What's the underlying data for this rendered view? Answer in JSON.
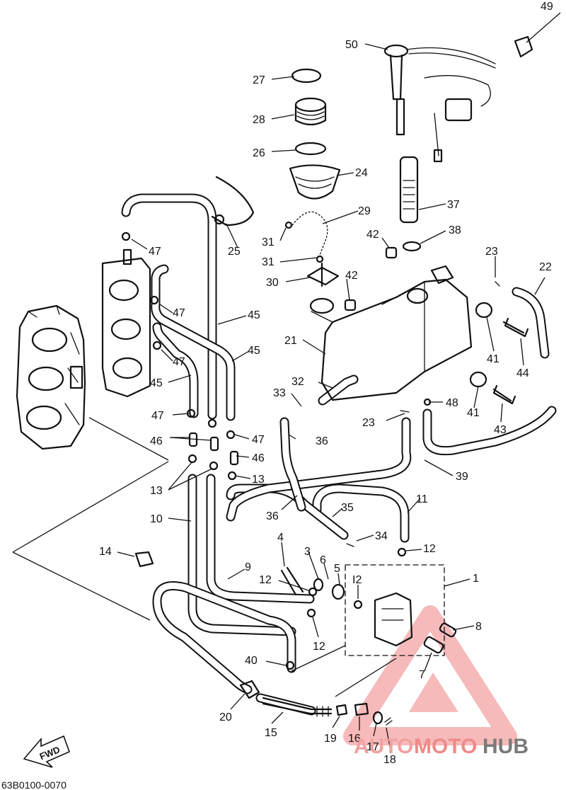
{
  "callouts": [
    {
      "id": "c49",
      "text": "49"
    },
    {
      "id": "c50",
      "text": "50"
    },
    {
      "id": "c27",
      "text": "27"
    },
    {
      "id": "c28",
      "text": "28"
    },
    {
      "id": "c26",
      "text": "26"
    },
    {
      "id": "c24",
      "text": "24"
    },
    {
      "id": "c37",
      "text": "37"
    },
    {
      "id": "c29",
      "text": "29"
    },
    {
      "id": "c25",
      "text": "25"
    },
    {
      "id": "c31a",
      "text": "31"
    },
    {
      "id": "c31b",
      "text": "31"
    },
    {
      "id": "c30",
      "text": "30"
    },
    {
      "id": "c42a",
      "text": "42"
    },
    {
      "id": "c38",
      "text": "38"
    },
    {
      "id": "c42b",
      "text": "42"
    },
    {
      "id": "c23a",
      "text": "23"
    },
    {
      "id": "c22",
      "text": "22"
    },
    {
      "id": "c47a",
      "text": "47"
    },
    {
      "id": "c47b",
      "text": "47"
    },
    {
      "id": "c47c",
      "text": "47"
    },
    {
      "id": "c45a",
      "text": "45"
    },
    {
      "id": "c45b",
      "text": "45"
    },
    {
      "id": "c45c",
      "text": "45"
    },
    {
      "id": "c21",
      "text": "21"
    },
    {
      "id": "c41a",
      "text": "41"
    },
    {
      "id": "c44",
      "text": "44"
    },
    {
      "id": "c32",
      "text": "32"
    },
    {
      "id": "c33",
      "text": "33"
    },
    {
      "id": "c48",
      "text": "48"
    },
    {
      "id": "c41b",
      "text": "41"
    },
    {
      "id": "c23b",
      "text": "23"
    },
    {
      "id": "c43",
      "text": "43"
    },
    {
      "id": "c47d",
      "text": "47"
    },
    {
      "id": "c47e",
      "text": "47"
    },
    {
      "id": "c36a",
      "text": "36"
    },
    {
      "id": "c46a",
      "text": "46"
    },
    {
      "id": "c46b",
      "text": "46"
    },
    {
      "id": "c13a",
      "text": "13"
    },
    {
      "id": "c13b",
      "text": "13"
    },
    {
      "id": "c39",
      "text": "39"
    },
    {
      "id": "c10",
      "text": "10"
    },
    {
      "id": "c36b",
      "text": "36"
    },
    {
      "id": "c35",
      "text": "35"
    },
    {
      "id": "c11",
      "text": "11"
    },
    {
      "id": "c34",
      "text": "34"
    },
    {
      "id": "c4",
      "text": "4"
    },
    {
      "id": "c14",
      "text": "14"
    },
    {
      "id": "c3",
      "text": "3"
    },
    {
      "id": "c6",
      "text": "6"
    },
    {
      "id": "c5",
      "text": "5"
    },
    {
      "id": "c12a",
      "text": "12"
    },
    {
      "id": "c12b",
      "text": "12"
    },
    {
      "id": "c12c",
      "text": "I2"
    },
    {
      "id": "c9",
      "text": "9"
    },
    {
      "id": "c1",
      "text": "1"
    },
    {
      "id": "c8",
      "text": "8"
    },
    {
      "id": "c12d",
      "text": "12"
    },
    {
      "id": "c40",
      "text": "40"
    },
    {
      "id": "c7",
      "text": "7"
    },
    {
      "id": "c20",
      "text": "20"
    },
    {
      "id": "c15",
      "text": "15"
    },
    {
      "id": "c19",
      "text": "19"
    },
    {
      "id": "c16",
      "text": "16"
    },
    {
      "id": "c17",
      "text": "17"
    },
    {
      "id": "c18",
      "text": "18"
    }
  ],
  "direction_label": "FWD",
  "drawing_code": "63B0100-0070",
  "watermark": {
    "part1": "AUTO",
    "part2": "MOTO",
    "part3": "HUB",
    "color_auto": "#f2a0a0",
    "color_moto": "#ef8a8a",
    "color_hub": "#7a7a7a"
  }
}
